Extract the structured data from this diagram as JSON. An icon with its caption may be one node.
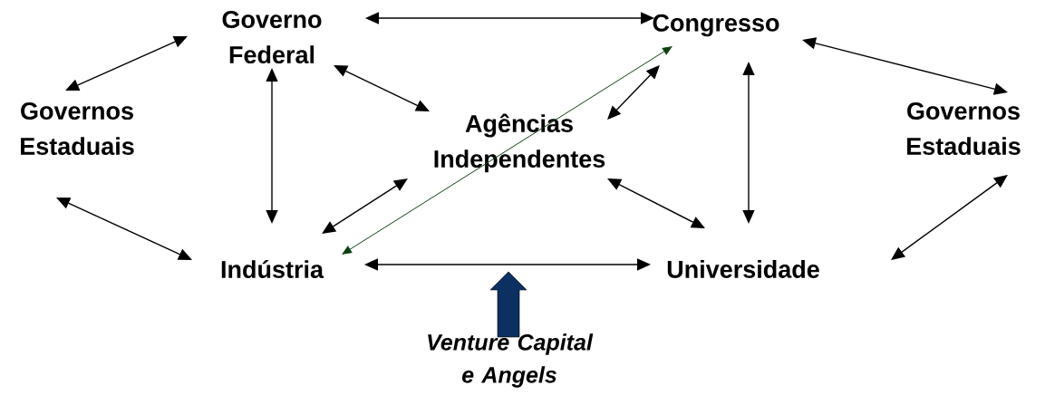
{
  "diagram": {
    "nodes": [
      {
        "text": [
          "Governo Federal"
        ]
      },
      {
        "text": [
          "Congresso"
        ]
      },
      {
        "text": [
          "Governos Estaduais"
        ]
      },
      {
        "text": [
          "Agências Independentes"
        ]
      },
      {
        "text": [
          "Governos Estaduais"
        ]
      },
      {
        "text": [
          "Indústria"
        ]
      },
      {
        "text": [
          "Universidade"
        ]
      },
      {
        "text": [
          "Venture Capital e Angels"
        ]
      }
    ],
    "edges": [
      {
        "from": 0,
        "to": 1,
        "arrow": "both"
      },
      {
        "from": 2,
        "to": 0,
        "arrow": "both"
      },
      {
        "from": 0,
        "to": 3,
        "arrow": "both"
      },
      {
        "from": 0,
        "to": 5,
        "arrow": "both"
      },
      {
        "from": 1,
        "to": 3,
        "arrow": "both"
      },
      {
        "from": 1,
        "to": 6,
        "arrow": "both"
      },
      {
        "from": 1,
        "to": 4,
        "arrow": "both"
      },
      {
        "from": 3,
        "to": 5,
        "arrow": "both"
      },
      {
        "from": 3,
        "to": 6,
        "arrow": "both"
      },
      {
        "from": 2,
        "to": 5,
        "arrow": "both"
      },
      {
        "from": 5,
        "to": 6,
        "arrow": "both"
      },
      {
        "from": 4,
        "to": 6,
        "arrow": "both"
      },
      {
        "from": 5,
        "to": 1,
        "arrow": "both",
        "color": "#0f4010"
      },
      {
        "from": 7,
        "to": null,
        "arrow": "to",
        "style": "thick",
        "color": "#0b3061"
      }
    ]
  }
}
